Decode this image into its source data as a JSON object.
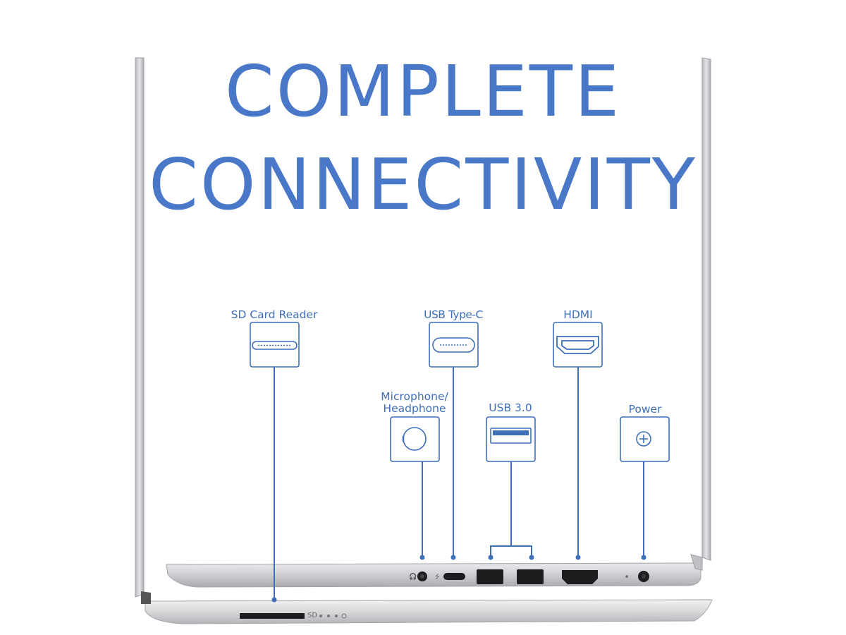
{
  "headline": {
    "line1": "COMPLETE",
    "line2": "CONNECTIVITY"
  },
  "ports": {
    "sd_card_reader": "SD Card Reader",
    "usb_type_c": "USB Type-C",
    "hdmi": "HDMI",
    "microphone_line1": "Microphone/",
    "microphone_line2": "Headphone",
    "usb_3": "USB 3.0",
    "power": "Power"
  },
  "laptop_side_label": "SD",
  "colors": {
    "accent_blue": "#3f6fb8",
    "headline_blue": "#4a78c8",
    "aluminum": "#c9cbce",
    "port_black": "#1d1d1f"
  },
  "icons": [
    "sd-slot-icon",
    "usb-c-icon",
    "hdmi-icon",
    "audio-jack-icon",
    "usb-a-icon",
    "power-dc-icon"
  ]
}
